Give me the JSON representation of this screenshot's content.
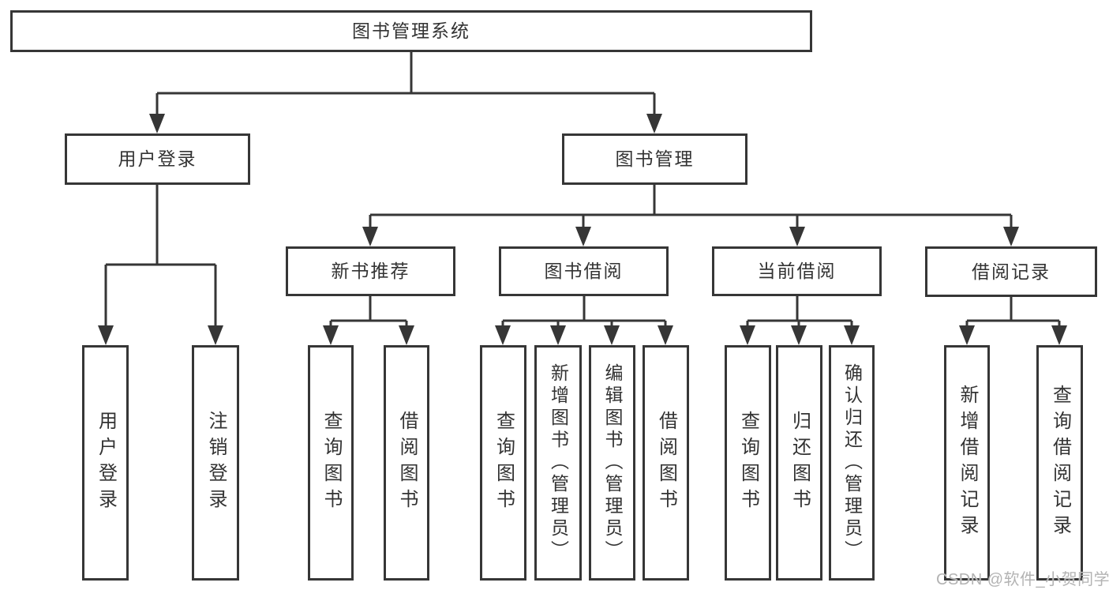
{
  "tree": {
    "root": {
      "label": "图书管理系统",
      "children": [
        {
          "label": "用户登录",
          "children": [
            {
              "label": "用户登录"
            },
            {
              "label": "注销登录"
            }
          ]
        },
        {
          "label": "图书管理",
          "children": [
            {
              "label": "新书推荐",
              "children": [
                {
                  "label": "查询图书"
                },
                {
                  "label": "借阅图书"
                }
              ]
            },
            {
              "label": "图书借阅",
              "children": [
                {
                  "label": "查询图书"
                },
                {
                  "label": "新增图书（管理员）"
                },
                {
                  "label": "编辑图书（管理员）"
                },
                {
                  "label": "借阅图书"
                }
              ]
            },
            {
              "label": "当前借阅",
              "children": [
                {
                  "label": "查询图书"
                },
                {
                  "label": "归还图书"
                },
                {
                  "label": "确认归还（管理员）"
                }
              ]
            },
            {
              "label": "借阅记录",
              "children": [
                {
                  "label": "新增借阅记录"
                },
                {
                  "label": "查询借阅记录"
                }
              ]
            }
          ]
        }
      ]
    }
  },
  "watermark": {
    "text": "CSDN @软件_小贺同学"
  },
  "colors": {
    "line": "#363636",
    "box_border": "#363636",
    "box_fill": "#ffffff",
    "text": "#333333",
    "background": "#ffffff",
    "watermark": "#b3b3b3"
  }
}
